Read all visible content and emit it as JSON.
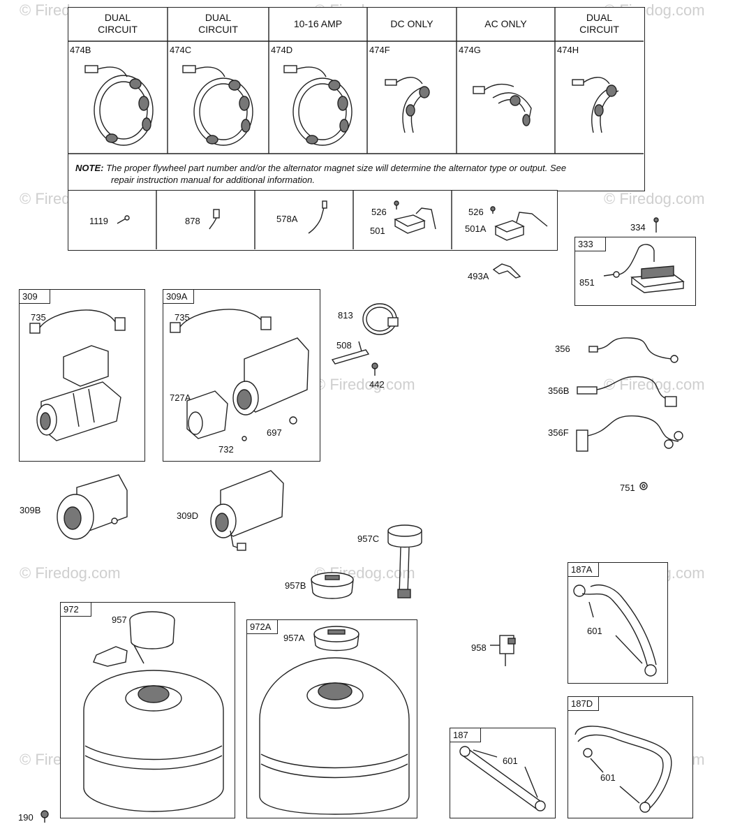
{
  "alternator_headers": [
    "DUAL\nCIRCUIT",
    "DUAL\nCIRCUIT",
    "10-16 AMP",
    "DC ONLY",
    "AC ONLY",
    "DUAL\nCIRCUIT"
  ],
  "alternator_parts": [
    "474B",
    "474C",
    "474D",
    "474F",
    "474G",
    "474H"
  ],
  "note": {
    "label": "NOTE:",
    "line1": "The proper flywheel part number and/or the alternator magnet size will determine the alternator type or output. See",
    "line2": "repair instruction manual for additional information."
  },
  "small_parts": {
    "p1119": "1119",
    "p878": "878",
    "p578A": "578A",
    "p526a": "526",
    "p501": "501",
    "p526b": "526",
    "p501A": "501A"
  },
  "boxes": {
    "b333": "333",
    "b309": "309",
    "b309A": "309A",
    "b972": "972",
    "b972A": "972A",
    "b187A": "187A",
    "b187": "187",
    "b187D": "187D"
  },
  "labels": {
    "l334": "334",
    "l851": "851",
    "l493A": "493A",
    "l735a": "735",
    "l735b": "735",
    "l727A": "727A",
    "l697": "697",
    "l732": "732",
    "l813": "813",
    "l508": "508",
    "l442": "442",
    "l356": "356",
    "l356B": "356B",
    "l356F": "356F",
    "l751": "751",
    "l309B": "309B",
    "l309D": "309D",
    "l957C": "957C",
    "l957B": "957B",
    "l957": "957",
    "l957A": "957A",
    "l958": "958",
    "l601a": "601",
    "l601b": "601",
    "l601c": "601",
    "l190": "190"
  },
  "watermark": "© Firedog.com"
}
